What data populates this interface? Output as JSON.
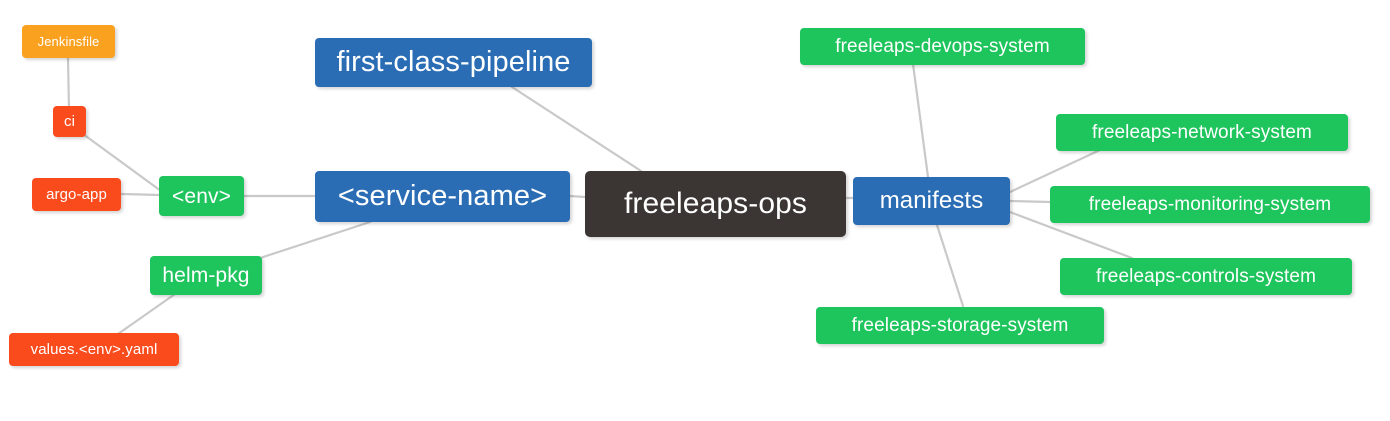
{
  "diagram": {
    "title": "freeleaps-ops mind map",
    "type": "mindmap",
    "background": "#ffffff",
    "edge_color": "#c9c9c9",
    "palette": {
      "root": "#3b3633",
      "blue": "#2a6db5",
      "green": "#1ec45c",
      "orange": "#fba120",
      "red": "#fa4b1d",
      "text": "#ffffff"
    }
  },
  "nodes": [
    {
      "id": "jenkinsfile",
      "label": "Jenkinsfile",
      "color": "orange"
    },
    {
      "id": "ci",
      "label": "ci",
      "color": "red"
    },
    {
      "id": "argo-app",
      "label": "argo-app",
      "color": "red"
    },
    {
      "id": "env",
      "label": "<env>",
      "color": "green"
    },
    {
      "id": "helm-pkg",
      "label": "helm-pkg",
      "color": "green"
    },
    {
      "id": "values-yaml",
      "label": "values.<env>.yaml",
      "color": "red"
    },
    {
      "id": "pipeline",
      "label": "first-class-pipeline",
      "color": "blue"
    },
    {
      "id": "service-name",
      "label": "<service-name>",
      "color": "blue"
    },
    {
      "id": "root",
      "label": "freeleaps-ops",
      "color": "root"
    },
    {
      "id": "manifests",
      "label": "manifests",
      "color": "blue"
    },
    {
      "id": "devops",
      "label": "freeleaps-devops-system",
      "color": "green"
    },
    {
      "id": "network",
      "label": "freeleaps-network-system",
      "color": "green"
    },
    {
      "id": "monitoring",
      "label": "freeleaps-monitoring-system",
      "color": "green"
    },
    {
      "id": "controls",
      "label": "freeleaps-controls-system",
      "color": "green"
    },
    {
      "id": "storage",
      "label": "freeleaps-storage-system",
      "color": "green"
    }
  ],
  "edges": [
    {
      "from": "jenkinsfile",
      "to": "ci"
    },
    {
      "from": "ci",
      "to": "env"
    },
    {
      "from": "argo-app",
      "to": "env"
    },
    {
      "from": "env",
      "to": "service-name"
    },
    {
      "from": "helm-pkg",
      "to": "service-name"
    },
    {
      "from": "values-yaml",
      "to": "helm-pkg"
    },
    {
      "from": "pipeline",
      "to": "root"
    },
    {
      "from": "service-name",
      "to": "root"
    },
    {
      "from": "root",
      "to": "manifests"
    },
    {
      "from": "manifests",
      "to": "devops"
    },
    {
      "from": "manifests",
      "to": "network"
    },
    {
      "from": "manifests",
      "to": "monitoring"
    },
    {
      "from": "manifests",
      "to": "controls"
    },
    {
      "from": "manifests",
      "to": "storage"
    }
  ]
}
